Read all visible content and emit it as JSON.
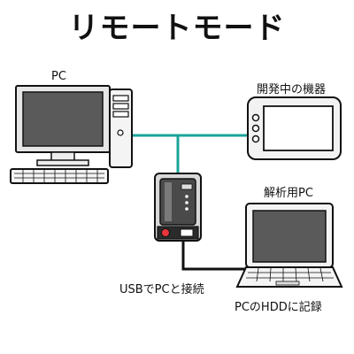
{
  "title": "リモートモード",
  "labels": {
    "pc": "PC",
    "dev_device": "開発中の機器",
    "analysis_pc": "解析用PC",
    "usb_connect": "USBでPCと接続",
    "record_hdd": "PCのHDDに記録"
  },
  "colors": {
    "teal_line": "#1aa39a",
    "black_line": "#111111",
    "device_body": "#4a4a4a",
    "device_light": "#d8d8d8",
    "red_button": "#e8343a"
  }
}
